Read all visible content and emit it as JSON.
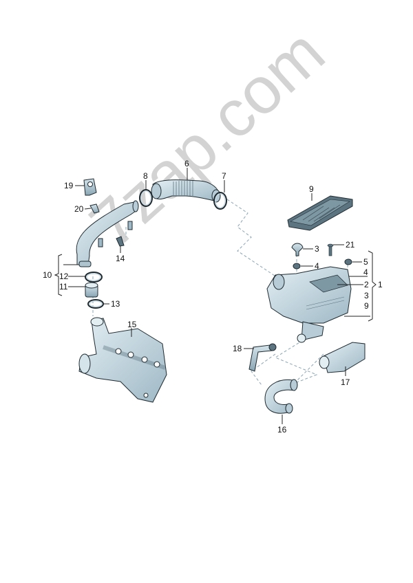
{
  "watermark": "7zap.com",
  "colors": {
    "part_fill": "#c9dbe4",
    "part_shade": "#9fb9c6",
    "part_dark": "#5c7480",
    "outline": "#1e2a30",
    "leader": "#222222",
    "dash": "#8aa4b4",
    "watermark": "#cfcfcf"
  },
  "labels": {
    "p1": "1",
    "p2": "2",
    "p3a": "3",
    "p3b": "3",
    "p4a": "4",
    "p4b": "4",
    "p5": "5",
    "p6": "6",
    "p7": "7",
    "p8": "8",
    "p9a": "9",
    "p9b": "9",
    "p10": "10",
    "p11": "11",
    "p12": "12",
    "p13": "13",
    "p14": "14",
    "p15": "15",
    "p16": "16",
    "p17": "17",
    "p18": "18",
    "p19": "19",
    "p20": "20",
    "p21": "21"
  },
  "parts": [
    {
      "id": "6",
      "name": "air-hose-corrugated"
    },
    {
      "id": "7",
      "name": "hose-clamp-right"
    },
    {
      "id": "8",
      "name": "hose-clamp-left"
    },
    {
      "id": "9",
      "name": "air-filter-cover"
    },
    {
      "id": "10",
      "name": "intake-pipe-assembly"
    },
    {
      "id": "11",
      "name": "connector-sleeve"
    },
    {
      "id": "12",
      "name": "hose-clamp-upper"
    },
    {
      "id": "13",
      "name": "hose-clamp-lower"
    },
    {
      "id": "14",
      "name": "bolt"
    },
    {
      "id": "15",
      "name": "turbocharger"
    },
    {
      "id": "16",
      "name": "intake-bend-hose"
    },
    {
      "id": "17",
      "name": "air-intake-duct"
    },
    {
      "id": "18",
      "name": "drain-hose"
    },
    {
      "id": "19",
      "name": "bracket"
    },
    {
      "id": "20",
      "name": "bolt-bracket"
    },
    {
      "id": "21",
      "name": "screw"
    },
    {
      "id": "1",
      "name": "air-filter-housing-assembly"
    }
  ]
}
